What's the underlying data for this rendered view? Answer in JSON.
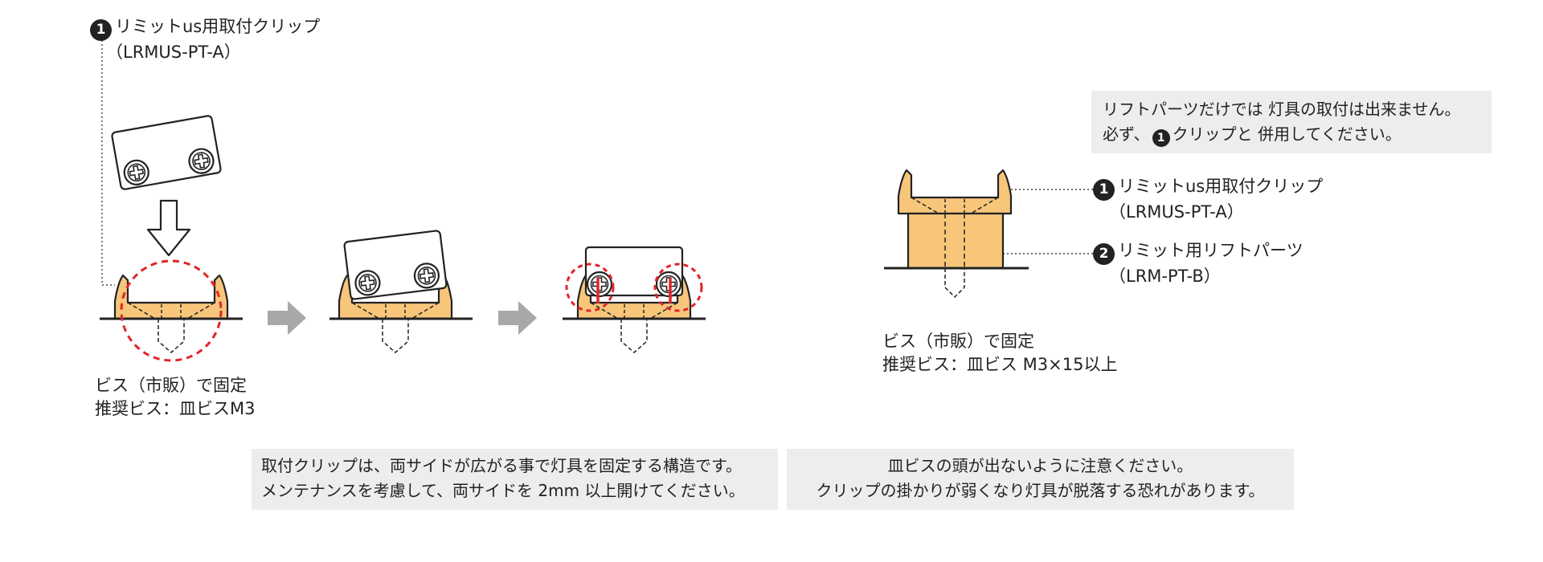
{
  "colors": {
    "part_fill": "#f7c67a",
    "stroke": "#222222",
    "arrow_gray": "#a8a8a8",
    "highlight_red": "#e0252b",
    "note_bg": "#ededed"
  },
  "parts": {
    "clip": {
      "badge": "1",
      "name": "リミットus用取付クリップ",
      "code": "（LRMUS-PT-A）"
    },
    "lift": {
      "badge": "2",
      "name": "リミット用リフトパーツ",
      "code": "（LRM-PT-B）"
    }
  },
  "left_caption": {
    "line1": "ビス（市販）で固定",
    "line2": "推奨ビス：皿ビスM3"
  },
  "right_caption": {
    "line1": "ビス（市販）で固定",
    "line2": "推奨ビス：皿ビス M3×15以上"
  },
  "notes": {
    "lift_warning": {
      "line1": "リフトパーツだけでは 灯具の取付は出来ません。",
      "line2_pre": "必ず、",
      "line2_badge": "1",
      "line2_post": "クリップと 併用してください。"
    },
    "clip_structure": {
      "line1": "取付クリップは、両サイドが広がる事で灯具を固定する構造です。",
      "line2": "メンテナンスを考慮して、両サイドを 2mm 以上開けてください。"
    },
    "screw_head": {
      "line1": "皿ビスの頭が出ないように注意ください。",
      "line2": "クリップの掛かりが弱くなり灯具が脱落する恐れがあります。"
    }
  }
}
